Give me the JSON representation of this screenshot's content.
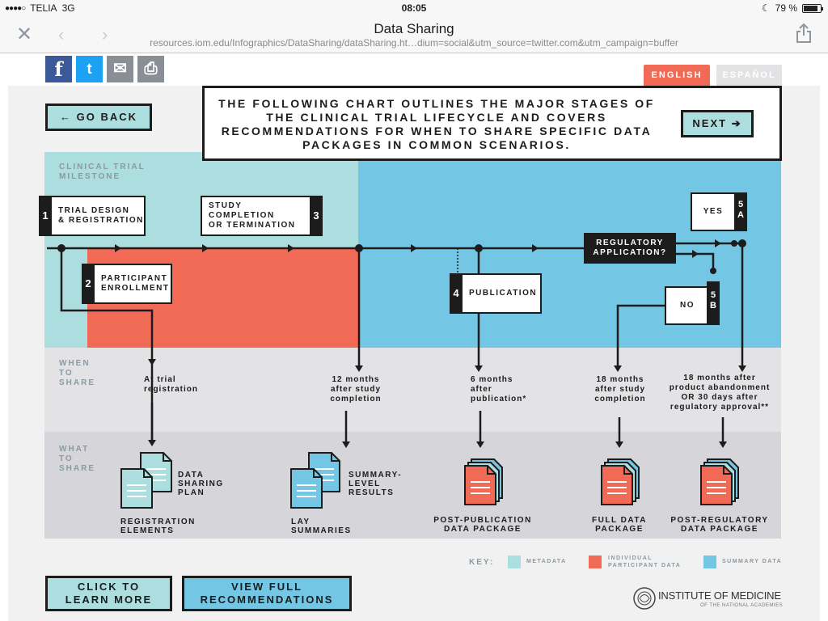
{
  "status": {
    "carrier": "TELIA",
    "network": "3G",
    "time": "08:05",
    "battery": "79 %"
  },
  "browser": {
    "title": "Data Sharing",
    "url": "resources.iom.edu/Infographics/DataSharing/dataSharing.ht…dium=social&utm_source=twitter.com&utm_campaign=buffer"
  },
  "social": {
    "facebook": "f",
    "twitter": "t",
    "email": "✉",
    "print": "⎙"
  },
  "lang": {
    "english": "ENGLISH",
    "espanol": "ESPAÑOL"
  },
  "nav": {
    "back_arrow": "←",
    "back": "GO BACK",
    "next": "NEXT",
    "next_arrow": "➔"
  },
  "intro": "THE FOLLOWING CHART OUTLINES THE MAJOR STAGES OF THE CLINICAL TRIAL LIFECYCLE AND COVERS RECOMMENDATIONS FOR WHEN TO SHARE SPECIFIC DATA PACKAGES IN COMMON SCENARIOS.",
  "regions": {
    "milestone": "CLINICAL TRIAL\nMILESTONE",
    "when": "WHEN\nTO\nSHARE",
    "what": "WHAT\nTO\nSHARE"
  },
  "milestones": {
    "m1": {
      "num": "1",
      "label": "TRIAL DESIGN\n& REGISTRATION"
    },
    "m2": {
      "num": "2",
      "label": "PARTICIPANT\nENROLLMENT"
    },
    "m3": {
      "num": "3",
      "label": "STUDY COMPLETION\nOR TERMINATION"
    },
    "m4": {
      "num": "4",
      "label": "PUBLICATION"
    },
    "regulatory": "REGULATORY\nAPPLICATION?",
    "yes": {
      "num": "5\nA",
      "label": "YES"
    },
    "no": {
      "num": "5\nB",
      "label": "NO"
    }
  },
  "when": {
    "w1": "At trial\nregistration",
    "w2": "12 months\nafter study\ncompletion",
    "w3": "6 months\nafter\npublication*",
    "w4": "18 months\nafter study\ncompletion",
    "w5": "18 months after\nproduct abandonment\nOR 30 days after\nregulatory approval**"
  },
  "what": {
    "dsp": "DATA\nSHARING\nPLAN",
    "reg": "REGISTRATION\nELEMENTS",
    "summary": "SUMMARY-\nLEVEL\nRESULTS",
    "lay": "LAY\nSUMMARIES",
    "postpub": "POST-PUBLICATION\nDATA PACKAGE",
    "full": "FULL DATA\nPACKAGE",
    "postreg": "POST-REGULATORY\nDATA PACKAGE"
  },
  "key": {
    "title": "KEY:",
    "metadata": "METADATA",
    "ipd": "INDIVIDUAL\nPARTICIPANT DATA",
    "summary": "SUMMARY DATA"
  },
  "buttons": {
    "learn": "CLICK TO\nLEARN MORE",
    "recs": "VIEW FULL\nRECOMMENDATIONS"
  },
  "logo": {
    "name": "INSTITUTE OF MEDICINE",
    "sub": "OF THE NATIONAL ACADEMIES"
  },
  "colors": {
    "metadata": "#acdedf",
    "ipd": "#f16a56",
    "summary": "#73c6e4",
    "dark": "#1c1c1c"
  }
}
